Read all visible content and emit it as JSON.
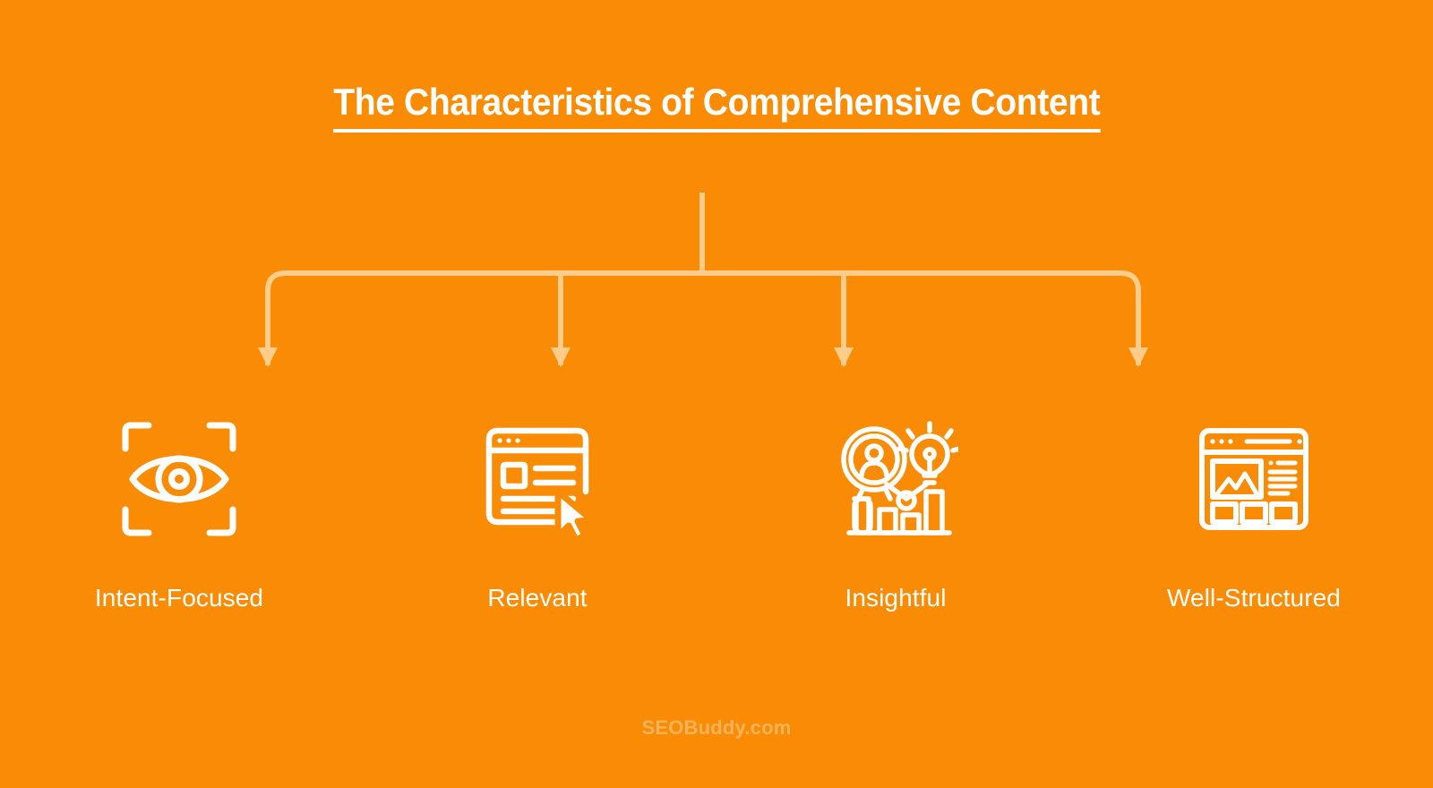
{
  "theme": {
    "background_color": "#f98c04",
    "text_color": "#ffffff",
    "connector_color": "#ffcc8a",
    "icon_color": "#ffffff"
  },
  "header": {
    "title": "The Characteristics of Comprehensive Content"
  },
  "diagram": {
    "type": "hierarchy-fanout",
    "branch_count": 4,
    "branches": [
      {
        "label": "Intent-Focused",
        "icon": "eye-viewfinder-icon"
      },
      {
        "label": "Relevant",
        "icon": "browser-window-cursor-icon"
      },
      {
        "label": "Insightful",
        "icon": "magnifier-person-lightbulb-chart-icon"
      },
      {
        "label": "Well-Structured",
        "icon": "webpage-layout-icon"
      }
    ]
  },
  "footer": {
    "watermark": "SEOBuddy.com"
  }
}
